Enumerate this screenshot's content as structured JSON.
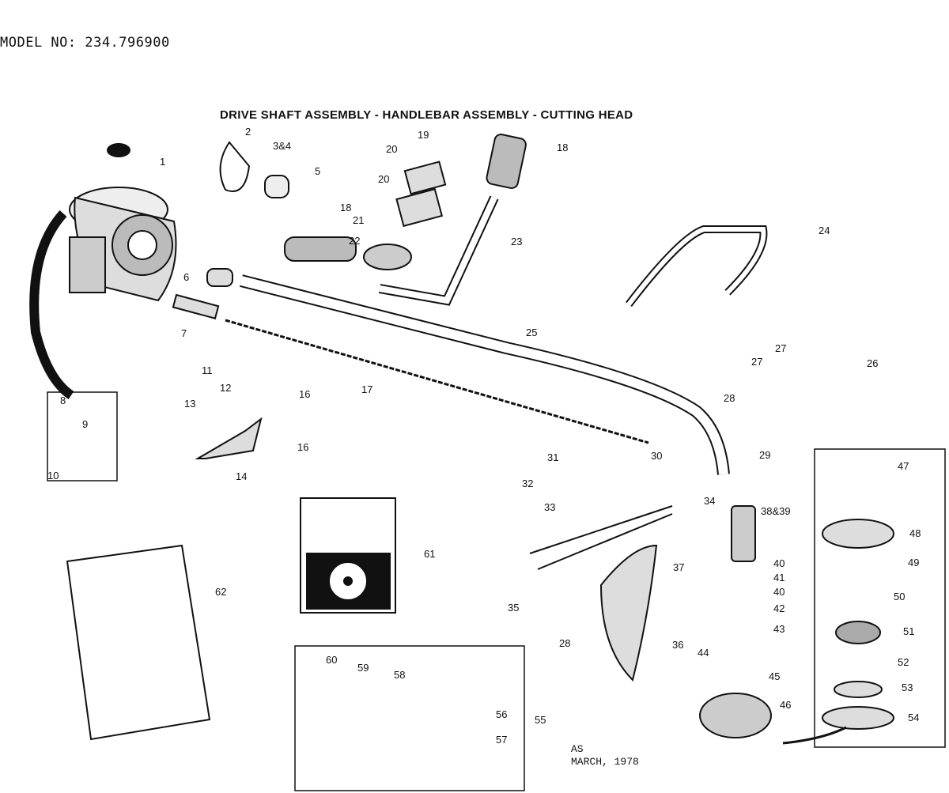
{
  "header": {
    "model_number": "MODEL NO: 234.796900"
  },
  "diagram": {
    "title": "DRIVE SHAFT ASSEMBLY - HANDLEBAR ASSEMBLY - CUTTING HEAD",
    "callouts": [
      "1",
      "2",
      "3&4",
      "5",
      "6",
      "7",
      "8",
      "9",
      "10",
      "11",
      "12",
      "13",
      "14",
      "16",
      "16",
      "17",
      "18",
      "18",
      "19",
      "20",
      "20",
      "21",
      "22",
      "23",
      "24",
      "25",
      "26",
      "27",
      "27",
      "28",
      "28",
      "29",
      "30",
      "31",
      "32",
      "33",
      "34",
      "35",
      "36",
      "37",
      "38&39",
      "40",
      "41",
      "40",
      "42",
      "43",
      "44",
      "45",
      "46",
      "47",
      "48",
      "49",
      "50",
      "51",
      "52",
      "53",
      "54",
      "55",
      "56",
      "57",
      "58",
      "59",
      "60",
      "61",
      "62"
    ]
  },
  "footer": {
    "revision": "AS",
    "date": "MARCH, 1978"
  }
}
